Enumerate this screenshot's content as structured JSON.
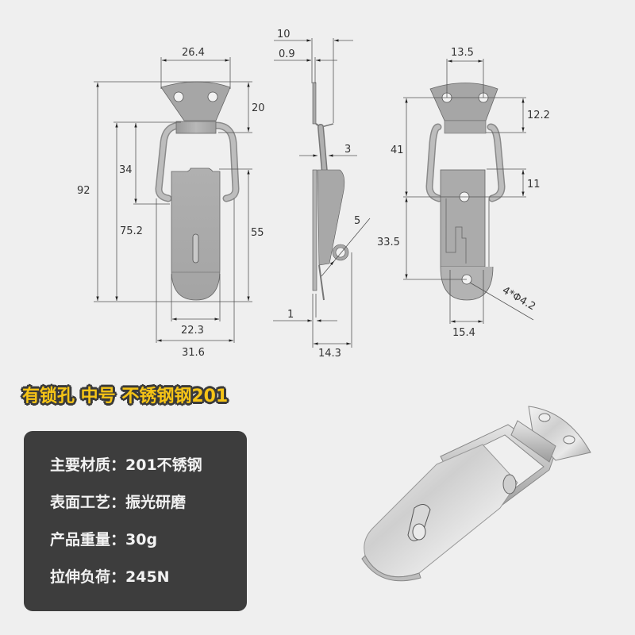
{
  "title": "有锁孔 中号 不锈钢钢201",
  "front_view": {
    "dimensions": {
      "top_width": "26.4",
      "overall_height": "92",
      "plate_height": "20",
      "hoop_length": "34",
      "lower_height": "75.2",
      "hasp_height": "55",
      "hasp_width": "22.3",
      "overall_width": "31.6"
    }
  },
  "side_view": {
    "dimensions": {
      "top_depth": "10",
      "plate_thickness": "0.9",
      "wire_diameter": "3",
      "ring_diameter": "5",
      "base_thickness": "1",
      "overall_depth": "14.3"
    }
  },
  "back_view": {
    "dimensions": {
      "hole_spacing_top": "13.5",
      "plate_hole_offset": "12.2",
      "hole_to_pivot": "41",
      "pivot_offset": "11",
      "lower_hole_spacing": "33.5",
      "bottom_width": "15.4",
      "hole_spec": "4*Φ4.2"
    }
  },
  "specs": [
    {
      "label": "主要材质：",
      "value": "201不锈钢"
    },
    {
      "label": "表面工艺：",
      "value": "振光研磨"
    },
    {
      "label": "产品重量：",
      "value": "30g"
    },
    {
      "label": "拉伸负荷：",
      "value": "245N"
    }
  ],
  "colors": {
    "background": "#efefef",
    "title_yellow": "#f6c416",
    "title_outline": "#3a3a3a",
    "panel_bg": "#3d3d3d",
    "panel_text": "#f2f2f2",
    "part_gray": "#a9a9a9"
  }
}
